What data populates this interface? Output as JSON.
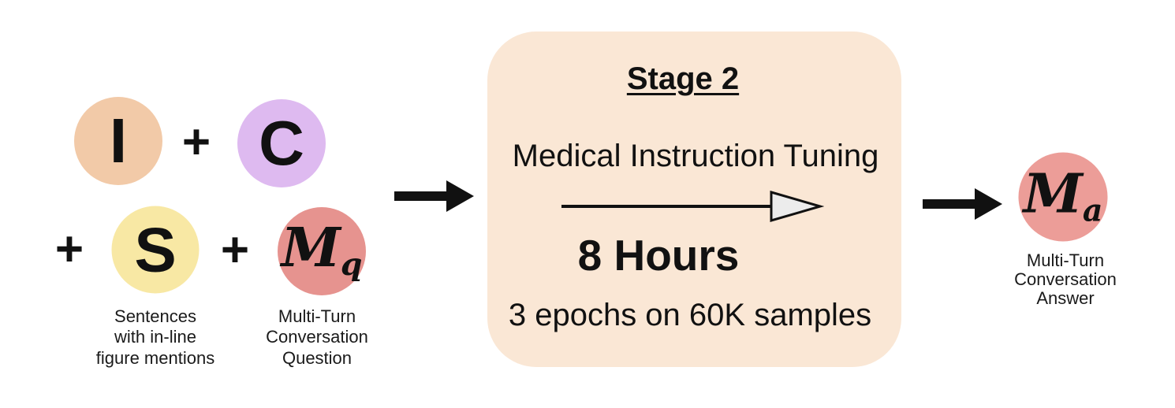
{
  "diagram": {
    "plus": "+",
    "inputs": {
      "image": {
        "letter": "I",
        "color": "#F2CAA8"
      },
      "context": {
        "letter": "C",
        "color": "#DEBAF0"
      },
      "sentences": {
        "letter": "S",
        "color": "#F8E8A4",
        "caption": "Sentences\nwith in-line\nfigure mentions"
      },
      "question": {
        "letter": "M",
        "subscript": "q",
        "color": "#E6938F",
        "caption": "Multi-Turn\nConversation\nQuestion"
      }
    },
    "stage": {
      "title": "Stage 2",
      "name": "Medical Instruction Tuning",
      "duration": "8 Hours",
      "details": "3 epochs on 60K samples",
      "bg_color": "#FAE7D5"
    },
    "output": {
      "letter": "M",
      "subscript": "a",
      "color": "#EC9D98",
      "caption": "Multi-Turn\nConversation\nAnswer"
    },
    "colors": {
      "arrow_black": "#111111",
      "train_arrow_head_fill": "#ECECEC"
    }
  }
}
